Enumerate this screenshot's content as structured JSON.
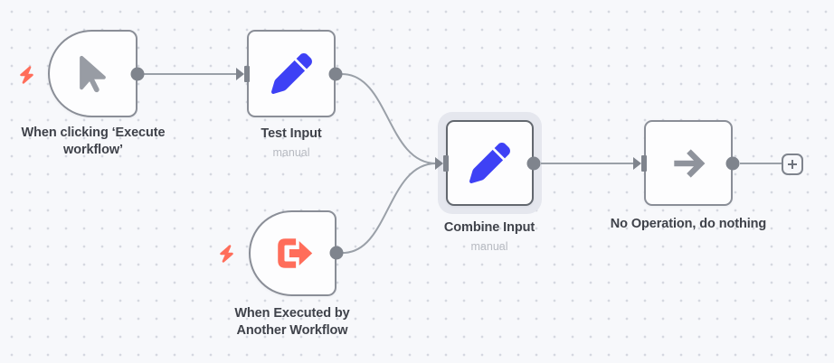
{
  "canvas": {
    "background_color": "#f7f8fb",
    "grid_dot_color": "#d5d8e0"
  },
  "colors": {
    "node_border": "#8a8e97",
    "selected_node_border": "#63686f",
    "selection_halo": "#e5e7ee",
    "connector_line": "#9aa0a8",
    "connector_endpoint": "#7f848d",
    "icon_blue": "#3e41f5",
    "icon_coral": "#ff6d5a",
    "icon_gray": "#8f939c",
    "label_text": "#3f424a",
    "subtitle_text": "#b7bac1"
  },
  "icons": {
    "manual_trigger": "cursor-pointer",
    "test_input": "pencil",
    "workflow_trigger": "exit-arrow",
    "combine_input": "pencil",
    "noop": "arrow-right",
    "trigger_badge": "lightning-bolt",
    "add": "plus"
  },
  "nodes": {
    "manual_trigger": {
      "name_line1": "When clicking ‘Execute",
      "name_line2": "workflow’"
    },
    "test_input": {
      "name": "Test Input",
      "subtitle": "manual"
    },
    "workflow_trigger": {
      "name_line1": "When Executed by",
      "name_line2": "Another Workflow"
    },
    "combine_input": {
      "name": "Combine Input",
      "subtitle": "manual",
      "state": "selected"
    },
    "noop": {
      "name": "No Operation, do nothing"
    }
  }
}
